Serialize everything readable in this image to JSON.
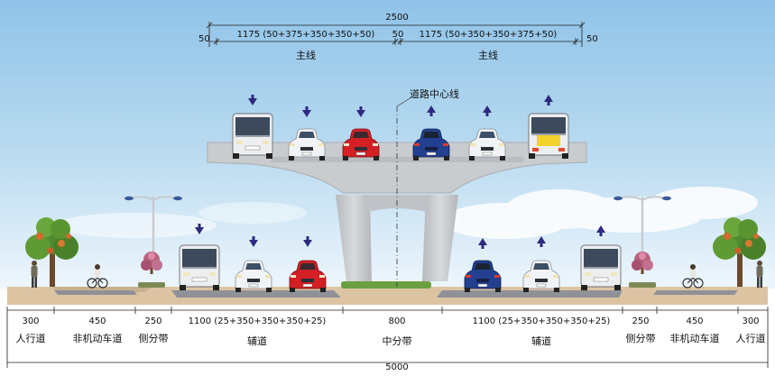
{
  "colors": {
    "sky_top": "#8fc3e8",
    "sky_bottom": "#e7f2fb",
    "ground": "#dcc4a3",
    "pavement": "#9c9ea2",
    "bridge": "#c9cccf",
    "arrow": "#2e2a80"
  },
  "top_dims": {
    "total": "2500",
    "left_edge": "50",
    "left_main": "1175 (50+375+350+350+50)",
    "median": "50",
    "right_main": "1175 (50+350+350+375+50)",
    "right_edge": "50",
    "left_label": "主线",
    "right_label": "主线"
  },
  "centerline_label": "道路中心线",
  "bottom_dims": {
    "segments": [
      {
        "value": "300",
        "label": "人行道"
      },
      {
        "value": "450",
        "label": "非机动车道"
      },
      {
        "value": "250",
        "label": "侧分带"
      },
      {
        "value": "1100 (25+350+350+350+25)",
        "label": "辅道"
      },
      {
        "value": "800",
        "label": "中分带"
      },
      {
        "value": "1100 (25+350+350+350+25)",
        "label": "辅道"
      },
      {
        "value": "250",
        "label": "侧分带"
      },
      {
        "value": "450",
        "label": "非机动车道"
      },
      {
        "value": "300",
        "label": "人行道"
      }
    ],
    "total": "5000"
  },
  "vehicles": {
    "upper": [
      "bus",
      "car-white",
      "car-red",
      "car-blue",
      "car-white",
      "bus-yellow-plate"
    ],
    "lower": [
      "bus",
      "car-white",
      "car-red",
      "car-blue",
      "car-white",
      "bus"
    ]
  },
  "icons": [
    "arrow-down-icon",
    "arrow-up-icon",
    "street-lamp-icon",
    "tree-icon",
    "pedestrian-icon",
    "cyclist-icon"
  ]
}
